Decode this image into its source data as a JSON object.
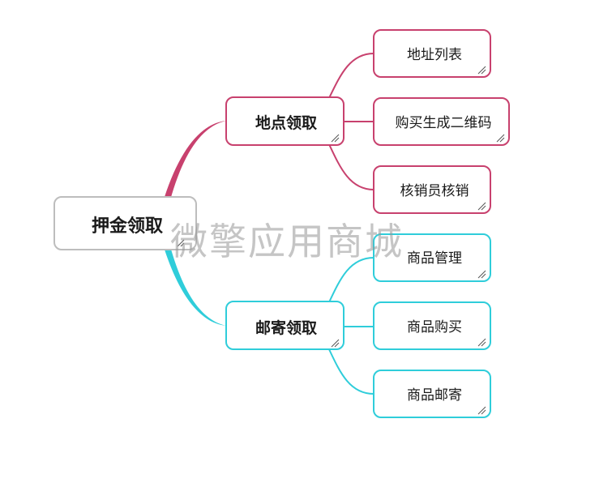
{
  "colors": {
    "root_border": "#bdbdbd",
    "branch_top": "#c8416e",
    "branch_bottom": "#2fcdda",
    "text": "#1a1a1a"
  },
  "root": {
    "label": "押金领取"
  },
  "branches": [
    {
      "label": "地点领取",
      "children": [
        "地址列表",
        "购买生成二维码",
        "核销员核销"
      ]
    },
    {
      "label": "邮寄领取",
      "children": [
        "商品管理",
        "商品购买",
        "商品邮寄"
      ]
    }
  ],
  "watermark": "微擎应用商城"
}
